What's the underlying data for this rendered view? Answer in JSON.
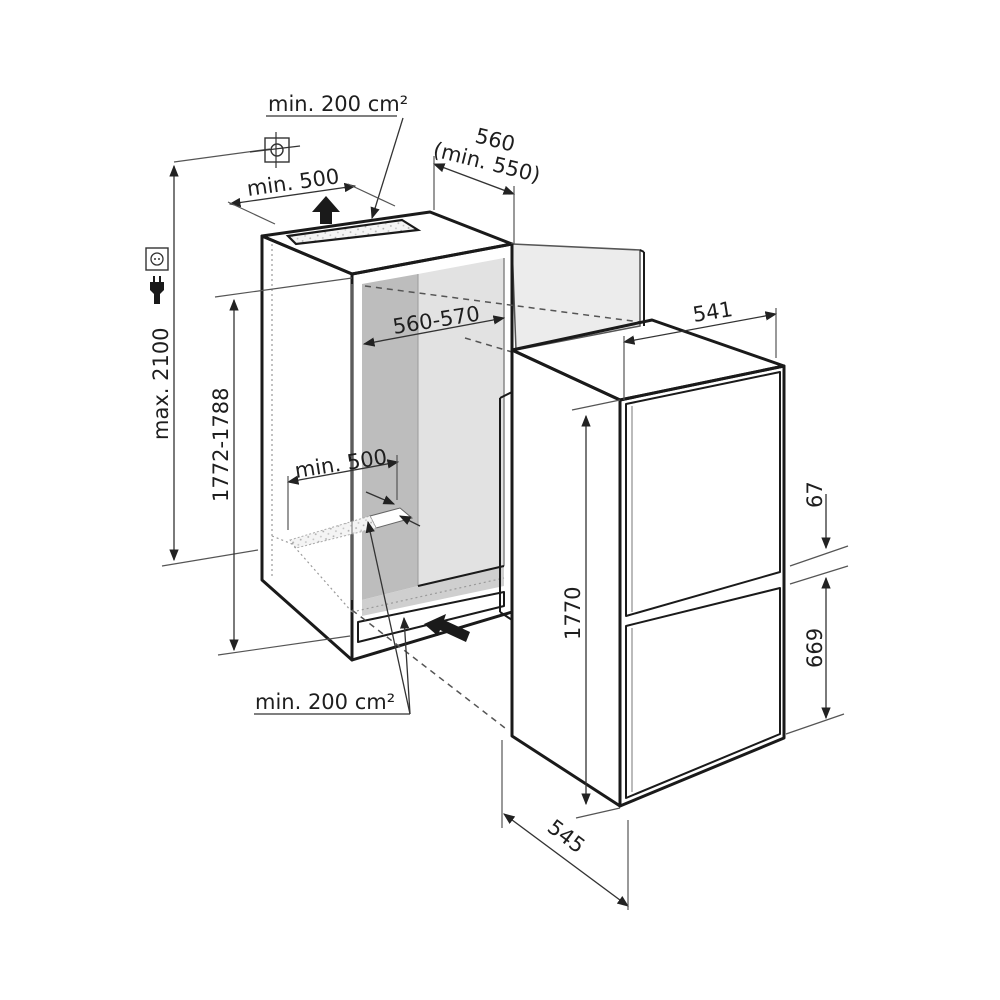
{
  "diagram": {
    "title": "Built-in refrigerator installation dimensions",
    "colors": {
      "line": "#1a1a1a",
      "niche_back_dark": "#bdbdbd",
      "niche_back_light": "#e2e2e2",
      "niche_floor": "#cfcfcf",
      "door_panel": "#ececec",
      "background": "#ffffff"
    },
    "labels": {
      "top_vent_area": "min. 200 cm²",
      "top_vent_width": "min. 500",
      "niche_depth": "560",
      "niche_depth_min": "(min. 550)",
      "max_height": "max. 2100",
      "niche_height": "1772-1788",
      "niche_width": "560-570",
      "bottom_vent_depth": "min. 500",
      "bottom_vent_area": "min. 200 cm²",
      "appliance_width": "541",
      "appliance_height": "1770",
      "appliance_depth": "545",
      "door_gap": "67",
      "lower_door_height": "669"
    },
    "icons": {
      "ventilation": "vent-grid-icon",
      "socket": "power-socket-icon",
      "plug": "power-plug-icon",
      "airflow_up": "airflow-up-arrow-icon",
      "airflow_in": "airflow-in-arrow-icon"
    }
  }
}
